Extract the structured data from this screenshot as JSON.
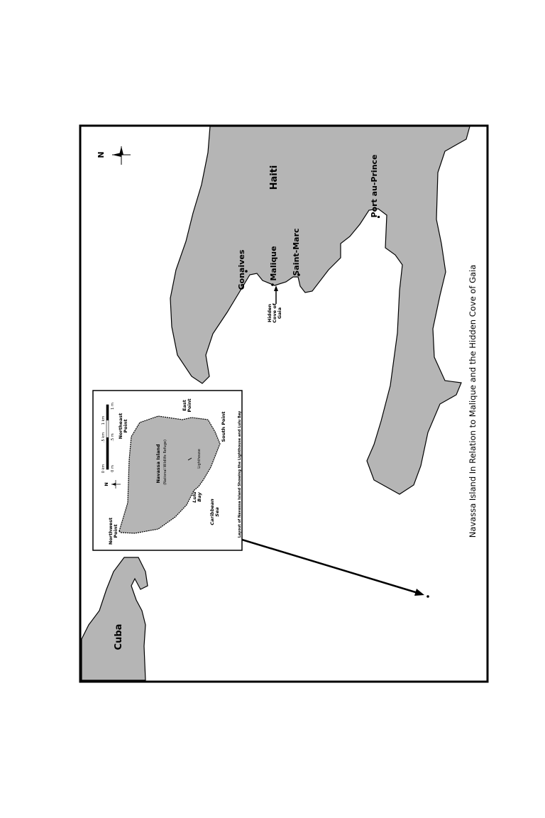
{
  "map": {
    "caption": "Navassa Island In Relation to Malique and the Hidden Cove of Gaia",
    "labels": {
      "cuba": "Cuba",
      "haiti": "Haiti",
      "gonaives": "Gonaives",
      "malique": "Malique",
      "saint_marc": "Saint-Marc",
      "port_au_prince": "Port au-Prince",
      "hidden_cove": [
        "Hidden",
        "Cove of",
        "Gaia"
      ],
      "north": "N"
    },
    "colors": {
      "land": "#b5b5b5",
      "water": "#ffffff",
      "border": "#000000"
    }
  },
  "inset": {
    "caption": "Layout of Navassa Island Showing the Lighthouse and Lulu Bay",
    "island_name": "Navassa Island",
    "island_sub": "(National Wildlife Refuge)",
    "northwest_point": [
      "Northwest",
      "Point"
    ],
    "northeast_point": [
      "Northeast",
      "Point"
    ],
    "east_point": [
      "East",
      "Point"
    ],
    "south_point": "South Point",
    "lighthouse": "Lighthouse",
    "lulu_bay": [
      "Lulu",
      "Bay"
    ],
    "caribbean_sea": [
      "Caribbean",
      "Sea"
    ],
    "north": "N",
    "scale": {
      "km": [
        "0 km",
        ".5 km",
        "1 km"
      ],
      "m": [
        "0 m",
        ".5 m",
        "1 m"
      ]
    }
  }
}
